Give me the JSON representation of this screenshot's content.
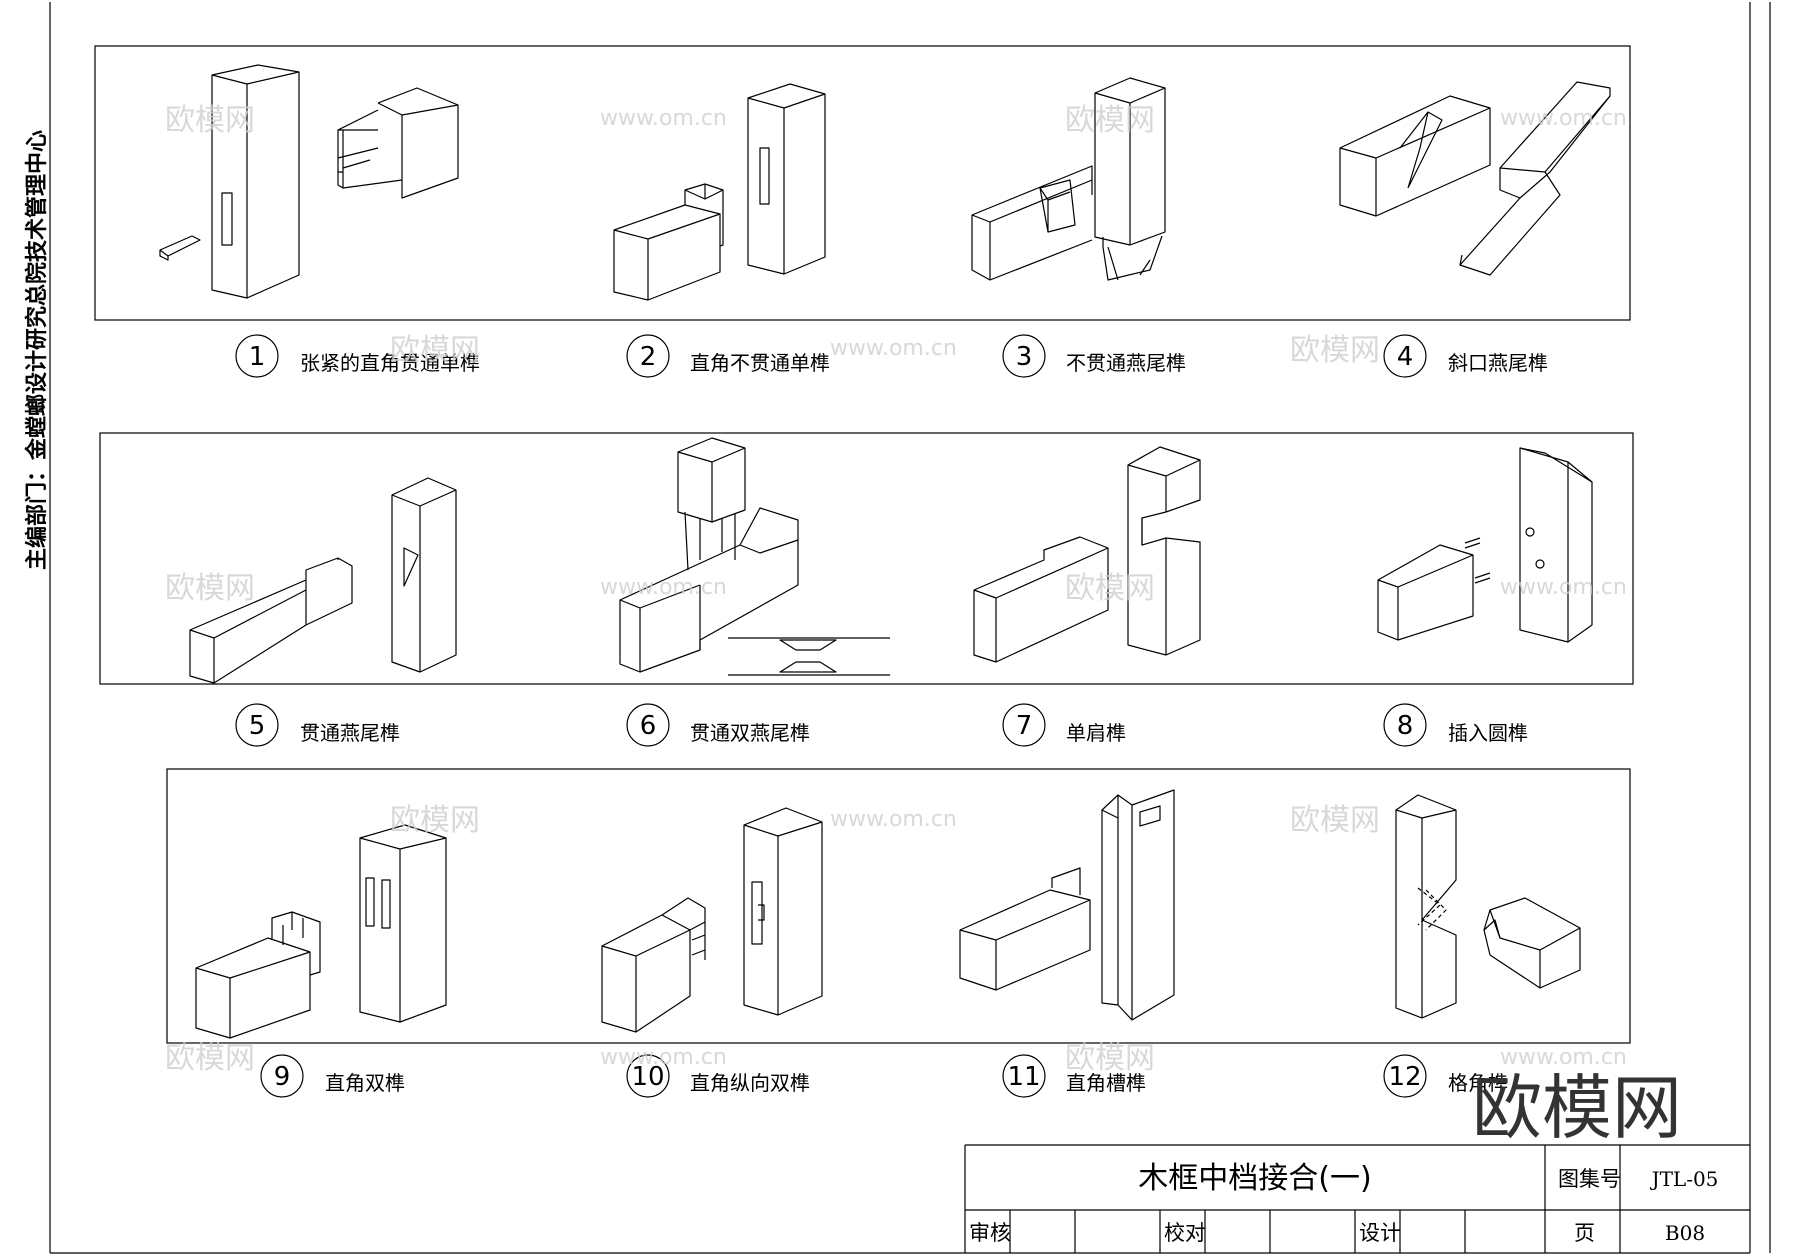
{
  "sheet": {
    "side_text": "主编部门：金螳螂设计研究总院技术管理中心",
    "title": "木框中档接合(一)"
  },
  "joints": [
    {
      "num": "1",
      "label": "张紧的直角贯通单榫"
    },
    {
      "num": "2",
      "label": "直角不贯通单榫"
    },
    {
      "num": "3",
      "label": "不贯通燕尾榫"
    },
    {
      "num": "4",
      "label": "斜口燕尾榫"
    },
    {
      "num": "5",
      "label": "贯通燕尾榫"
    },
    {
      "num": "6",
      "label": "贯通双燕尾榫"
    },
    {
      "num": "7",
      "label": "单肩榫"
    },
    {
      "num": "8",
      "label": "插入圆榫"
    },
    {
      "num": "9",
      "label": "直角双榫"
    },
    {
      "num": "10",
      "label": "直角纵向双榫"
    },
    {
      "num": "11",
      "label": "直角槽榫"
    },
    {
      "num": "12",
      "label": "格角榫"
    }
  ],
  "title_block": {
    "atlas_label": "图集号",
    "atlas_value": "JTL-05",
    "page_label": "页",
    "page_value": "B08",
    "review_label": "审核",
    "check_label": "校对",
    "design_label": "设计"
  },
  "watermark": {
    "brand": "欧模网",
    "url": "www.om.cn"
  }
}
